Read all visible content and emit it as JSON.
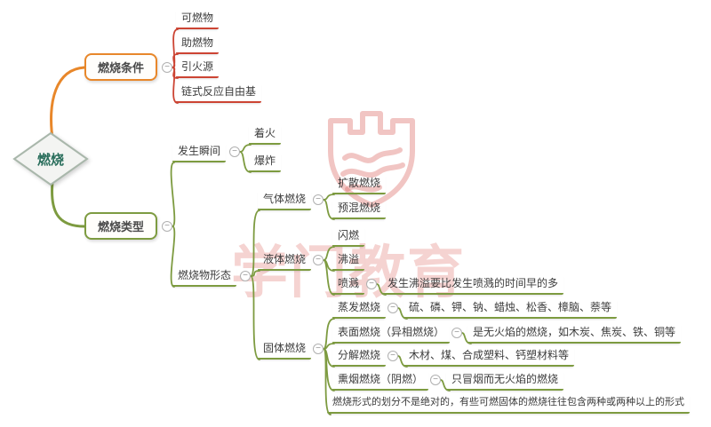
{
  "icons": {
    "collapse": "−"
  },
  "colors": {
    "orange": "#e8872a",
    "red": "#cc4433",
    "green": "#7d9b40",
    "root_text": "#2a6e5c",
    "watermark": "#dd6e68"
  },
  "watermark": {
    "text": "学门教育"
  },
  "root": {
    "label": "燃烧"
  },
  "branches": {
    "conditions": {
      "label": "燃烧条件",
      "items": [
        {
          "label": "可燃物"
        },
        {
          "label": "助燃物"
        },
        {
          "label": "引火源"
        },
        {
          "label": "链式反应自由基"
        }
      ]
    },
    "types": {
      "label": "燃烧类型",
      "moment": {
        "label": "发生瞬间",
        "items": [
          {
            "label": "着火"
          },
          {
            "label": "爆炸"
          }
        ]
      },
      "form": {
        "label": "燃烧物形态",
        "gas": {
          "label": "气体燃烧",
          "items": [
            {
              "label": "扩散燃烧"
            },
            {
              "label": "预混燃烧"
            }
          ]
        },
        "liquid": {
          "label": "液体燃烧",
          "items": [
            {
              "label": "闪燃"
            },
            {
              "label": "沸溢"
            },
            {
              "label": "喷溅",
              "note": "发生沸溢要比发生喷溅的时间早的多"
            }
          ]
        },
        "solid": {
          "label": "固体燃烧",
          "items": [
            {
              "label": "蒸发燃烧",
              "desc": "硫、磷、钾、钠、蜡烛、松香、樟脑、萘等"
            },
            {
              "label": "表面燃烧（异相燃烧）",
              "desc": "是无火焰的燃烧，如木炭、焦炭、铁、铜等"
            },
            {
              "label": "分解燃烧",
              "desc": "木材、煤、合成塑料、钙塑材料等"
            },
            {
              "label": "熏烟燃烧（阴燃）",
              "desc": "只冒烟而无火焰的燃烧"
            }
          ],
          "note": "燃烧形式的划分不是绝对的，有些可燃固体的燃烧往往包含两种或两种以上的形式"
        }
      }
    }
  }
}
